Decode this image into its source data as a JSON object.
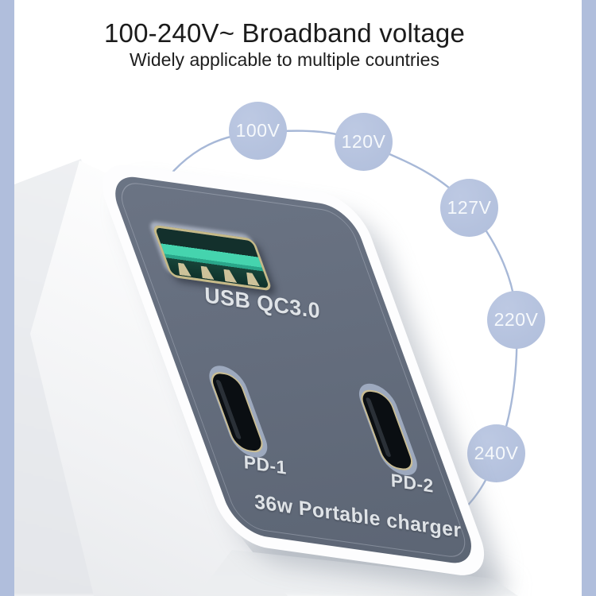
{
  "header": {
    "title": "100-240V~ Broadband voltage",
    "subtitle": "Widely applicable to multiple countries"
  },
  "voltages": [
    "100V",
    "120V",
    "127V",
    "220V",
    "240V"
  ],
  "charger": {
    "usb_a_label": "USB QC3.0",
    "pd1_label": "PD-1",
    "pd2_label": "PD-2",
    "bottom_label": "36w Portable charger"
  },
  "colors": {
    "accent_bar": "#b0bedc",
    "voltage_badge": "#b5c2de",
    "arc_line": "#a7b8d7",
    "charger_face": "#636c7b",
    "charger_body": "#fdfdfe",
    "port_rim_gold": "#c6ba88",
    "usb_tongue_teal": "#45d4ae",
    "face_text": "#dfe3e7",
    "title_text": "#1b1b1b"
  }
}
